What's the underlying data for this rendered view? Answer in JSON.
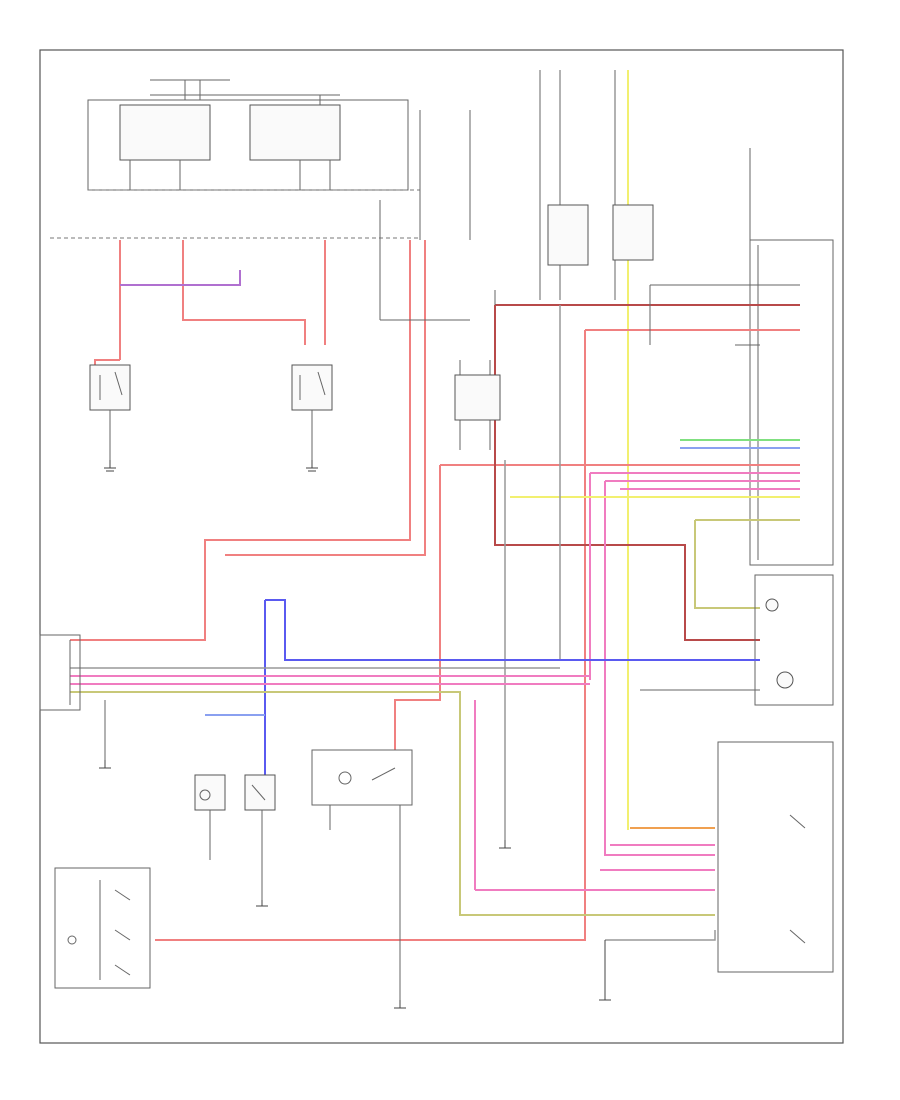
{
  "diagram": {
    "type": "wiring-schematic",
    "text_legible": false,
    "wire_colors": {
      "red": "#f08080",
      "dark_red": "#b84a4a",
      "blue": "#5a5af0",
      "light_blue": "#8aa0f0",
      "pink": "#f07cc0",
      "yellow": "#f2f070",
      "orange": "#f0a050",
      "green": "#80e080",
      "gray": "#999999",
      "olive": "#c8c878",
      "purple": "#b070d0",
      "frame": "#555555"
    },
    "components": [
      {
        "id": "hot-at-all-times-bus",
        "icon": "power-bus"
      },
      {
        "id": "left-headlight",
        "icon": "lamp"
      },
      {
        "id": "right-headlight",
        "icon": "lamp"
      },
      {
        "id": "headlight-relay",
        "icon": "relay"
      },
      {
        "id": "passing-relay",
        "icon": "relay"
      },
      {
        "id": "body-control-module",
        "icon": "module"
      },
      {
        "id": "combination-switch",
        "icon": "switch"
      },
      {
        "id": "instrument-cluster",
        "icon": "module"
      },
      {
        "id": "daytime-running-light-relay",
        "icon": "relay"
      },
      {
        "id": "left-front-switch",
        "icon": "switch"
      },
      {
        "id": "ground-points",
        "icon": "ground"
      }
    ]
  }
}
